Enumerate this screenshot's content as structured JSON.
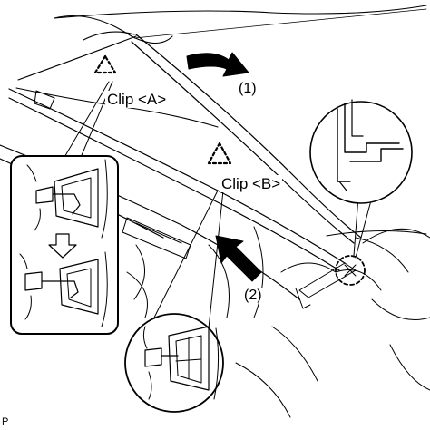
{
  "labels": {
    "clip_a": "Clip <A>",
    "clip_b": "Clip <B>",
    "step_1": "(1)",
    "step_2": "(2)",
    "corner_code": "P"
  },
  "colors": {
    "line": "#000000",
    "background": "#ffffff"
  },
  "icons": [
    "triangle-marker-icon",
    "down-arrow-icon",
    "curved-arrow-icon",
    "straight-arrow-icon"
  ]
}
